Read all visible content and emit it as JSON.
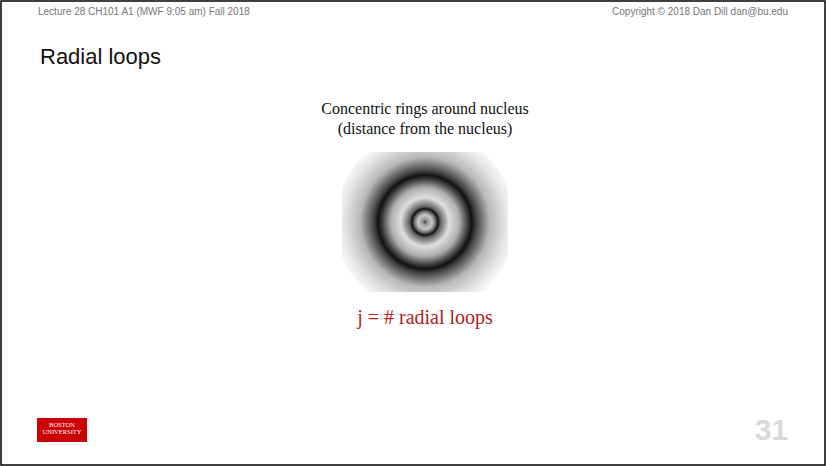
{
  "diagram": {
    "title": "Radial loops",
    "labels": [
      "Lecture 28 CH101 A1 (MWF 9:05 am) Fall 2018",
      "Copyright © 2018 Dan Dill dan@bu.edu",
      "Concentric rings around nucleus",
      "(distance from the nucleus)",
      "j = # radial loops",
      "BOSTON UNIVERSITY",
      "31"
    ]
  }
}
